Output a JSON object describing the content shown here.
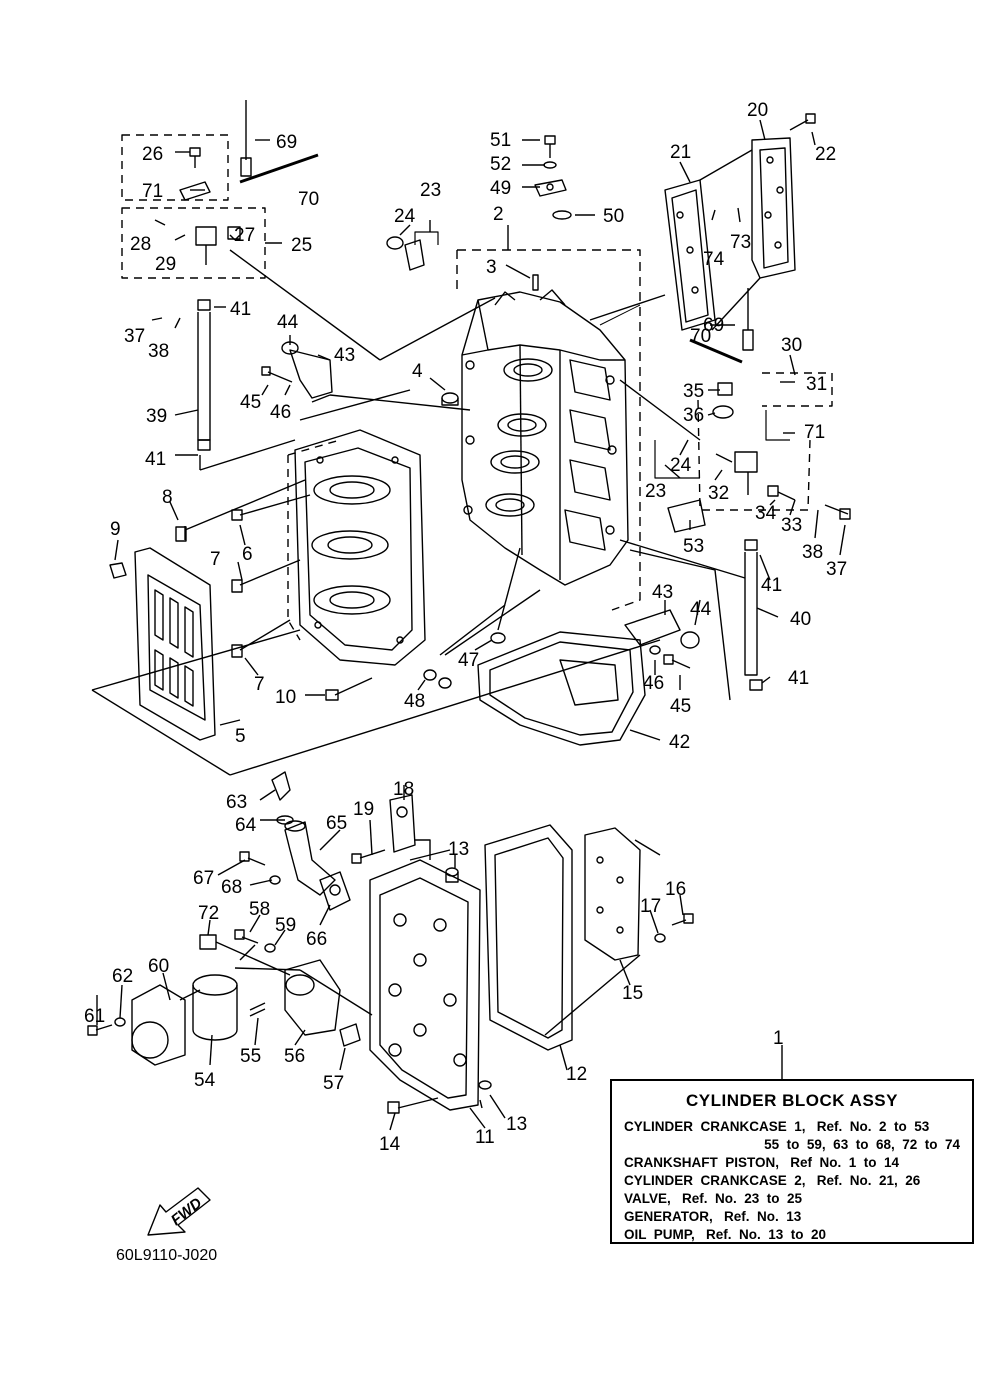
{
  "callouts": [
    {
      "n": "20"
    },
    {
      "n": "22"
    },
    {
      "n": "21"
    },
    {
      "n": "51"
    },
    {
      "n": "52"
    },
    {
      "n": "49"
    },
    {
      "n": "50"
    },
    {
      "n": "69"
    },
    {
      "n": "26"
    },
    {
      "n": "70"
    },
    {
      "n": "71"
    },
    {
      "n": "23"
    },
    {
      "n": "24"
    },
    {
      "n": "2"
    },
    {
      "n": "28"
    },
    {
      "n": "27"
    },
    {
      "n": "25"
    },
    {
      "n": "29"
    },
    {
      "n": "74"
    },
    {
      "n": "73"
    },
    {
      "n": "3"
    },
    {
      "n": "37"
    },
    {
      "n": "41"
    },
    {
      "n": "38"
    },
    {
      "n": "44"
    },
    {
      "n": "70"
    },
    {
      "n": "69"
    },
    {
      "n": "43"
    },
    {
      "n": "30"
    },
    {
      "n": "4"
    },
    {
      "n": "35"
    },
    {
      "n": "31"
    },
    {
      "n": "45"
    },
    {
      "n": "46"
    },
    {
      "n": "36"
    },
    {
      "n": "39"
    },
    {
      "n": "71"
    },
    {
      "n": "24"
    },
    {
      "n": "41"
    },
    {
      "n": "32"
    },
    {
      "n": "23"
    },
    {
      "n": "8"
    },
    {
      "n": "34"
    },
    {
      "n": "33"
    },
    {
      "n": "9"
    },
    {
      "n": "6"
    },
    {
      "n": "38"
    },
    {
      "n": "37"
    },
    {
      "n": "53"
    },
    {
      "n": "7"
    },
    {
      "n": "41"
    },
    {
      "n": "43"
    },
    {
      "n": "40"
    },
    {
      "n": "44"
    },
    {
      "n": "7"
    },
    {
      "n": "47"
    },
    {
      "n": "46"
    },
    {
      "n": "10"
    },
    {
      "n": "48"
    },
    {
      "n": "41"
    },
    {
      "n": "45"
    },
    {
      "n": "5"
    },
    {
      "n": "42"
    },
    {
      "n": "18"
    },
    {
      "n": "63"
    },
    {
      "n": "19"
    },
    {
      "n": "65"
    },
    {
      "n": "64"
    },
    {
      "n": "13"
    },
    {
      "n": "67"
    },
    {
      "n": "68"
    },
    {
      "n": "16"
    },
    {
      "n": "58"
    },
    {
      "n": "72"
    },
    {
      "n": "59"
    },
    {
      "n": "17"
    },
    {
      "n": "66"
    },
    {
      "n": "60"
    },
    {
      "n": "62"
    },
    {
      "n": "61"
    },
    {
      "n": "15"
    },
    {
      "n": "55"
    },
    {
      "n": "56"
    },
    {
      "n": "54"
    },
    {
      "n": "57"
    },
    {
      "n": "12"
    },
    {
      "n": "1"
    },
    {
      "n": "13"
    },
    {
      "n": "14"
    },
    {
      "n": "11"
    }
  ],
  "legend": {
    "title": "CYLINDER  BLOCK  ASSY",
    "rows": [
      {
        "text": "CYLINDER  CRANKCASE  1,   Ref.  No.  2  to  53"
      },
      {
        "text": "55  to  59,  63  to  68,  72  to  74"
      },
      {
        "text": "CRANKSHAFT  PISTON,   Ref  No.  1  to  14"
      },
      {
        "text": "CYLINDER  CRANKCASE  2,   Ref.  No.  21,  26"
      },
      {
        "text": "VALVE,   Ref.  No.  23  to  25"
      },
      {
        "text": "GENERATOR,   Ref.  No.  13"
      },
      {
        "text": "OIL  PUMP,   Ref.  No.  13  to  20"
      }
    ]
  },
  "fwd_label": "FWD",
  "drawing_code": "60L9110-J020"
}
